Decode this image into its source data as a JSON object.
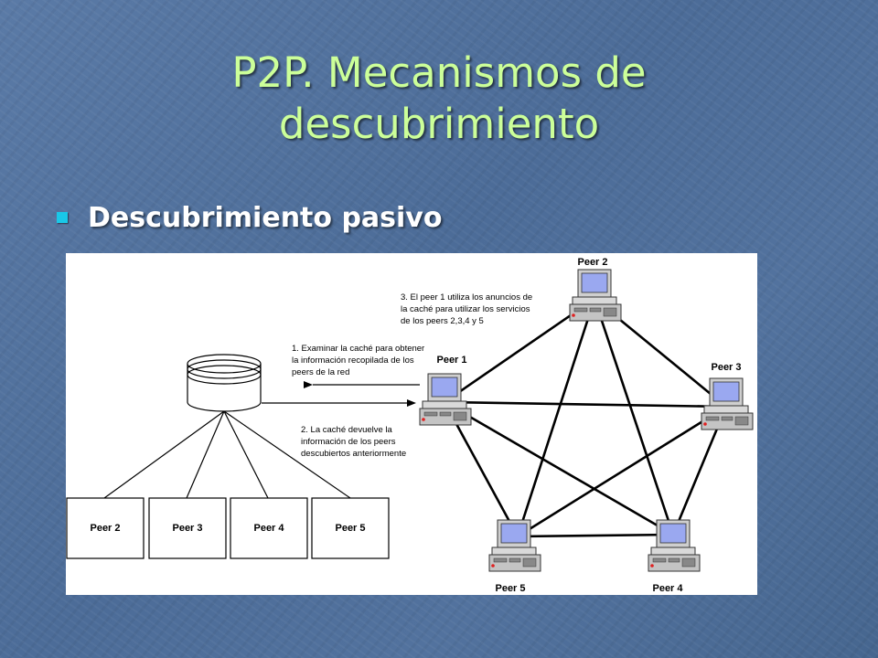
{
  "slide": {
    "title_line1": "P2P. Mecanismos de",
    "title_line2": "descubrimiento",
    "bullet": "Descubrimiento pasivo"
  },
  "diagram": {
    "cache_peers": [
      "Peer 2",
      "Peer 3",
      "Peer 4",
      "Peer 5"
    ],
    "network_peers": {
      "p1": "Peer 1",
      "p2": "Peer 2",
      "p3": "Peer 3",
      "p4": "Peer 4",
      "p5": "Peer 5"
    },
    "step1": [
      "1. Examinar la caché para obtener",
      "la información recopilada de los",
      "peers de la red"
    ],
    "step2": [
      "2. La caché devuelve la",
      "información de los peers",
      "descubiertos anteriormente"
    ],
    "step3": [
      "3. El peer 1 utiliza los anuncios de",
      "la caché para utilizar los servicios",
      "de los peers 2,3,4 y 5"
    ]
  },
  "colors": {
    "title": "#ccff99",
    "bullet": "#19c8e8",
    "screen": "#9aa8f0",
    "led": "#e02020"
  }
}
